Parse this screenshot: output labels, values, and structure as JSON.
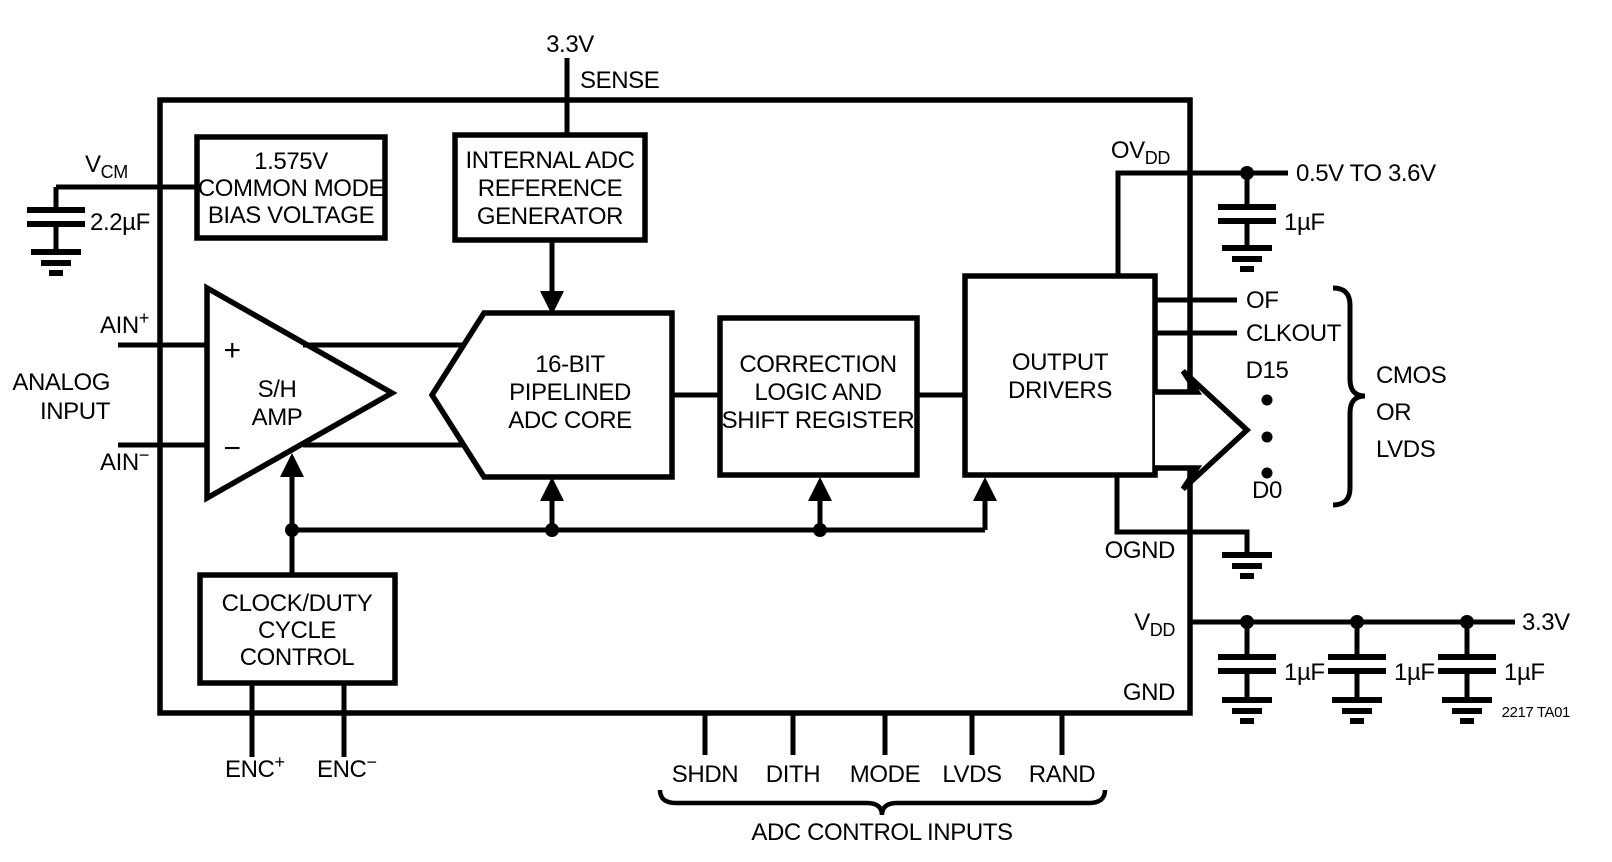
{
  "top": {
    "rail_3v3": "3.3V",
    "sense_pin": "SENSE"
  },
  "left": {
    "vcm_base": "V",
    "vcm_sub": "CM",
    "vcm_cap": "2.2µF",
    "analog_1": "ANALOG",
    "analog_2": "INPUT",
    "ain_p_base": "AIN",
    "ain_p_sup": "+",
    "ain_m_base": "AIN",
    "ain_m_sup": "−"
  },
  "blocks": {
    "common_mode": {
      "l1": "1.575V",
      "l2": "COMMON MODE",
      "l3": "BIAS VOLTAGE"
    },
    "ref_gen": {
      "l1": "INTERNAL ADC",
      "l2": "REFERENCE",
      "l3": "GENERATOR"
    },
    "sh_amp": {
      "plus": "+",
      "minus": "−",
      "l1": "S/H",
      "l2": "AMP"
    },
    "adc_core": {
      "l1": "16-BIT",
      "l2": "PIPELINED",
      "l3": "ADC CORE"
    },
    "correction": {
      "l1": "CORRECTION",
      "l2": "LOGIC AND",
      "l3": "SHIFT REGISTER"
    },
    "output_drivers": {
      "l1": "OUTPUT",
      "l2": "DRIVERS"
    },
    "clock": {
      "l1": "CLOCK/DUTY",
      "l2": "CYCLE",
      "l3": "CONTROL"
    }
  },
  "right": {
    "ovdd_base": "OV",
    "ovdd_sub": "DD",
    "ovdd_range": "0.5V TO 3.6V",
    "ovdd_cap": "1µF",
    "pin_of": "OF",
    "pin_clkout": "CLKOUT",
    "pin_d15": "D15",
    "pin_d0": "D0",
    "bus_l1": "CMOS",
    "bus_l2": "OR",
    "bus_l3": "LVDS",
    "ognd": "OGND",
    "vdd_base": "V",
    "vdd_sub": "DD",
    "vdd_rail": "3.3V",
    "cap1": "1µF",
    "cap2": "1µF",
    "cap3": "1µF",
    "gnd": "GND",
    "note": "2217 TA01"
  },
  "bottom": {
    "enc_p_base": "ENC",
    "enc_p_sup": "+",
    "enc_m_base": "ENC",
    "enc_m_sup": "−",
    "pins": [
      "SHDN",
      "DITH",
      "MODE",
      "LVDS",
      "RAND"
    ],
    "caption": "ADC CONTROL INPUTS"
  },
  "colors": {
    "line": "#000000",
    "background": "#ffffff"
  }
}
